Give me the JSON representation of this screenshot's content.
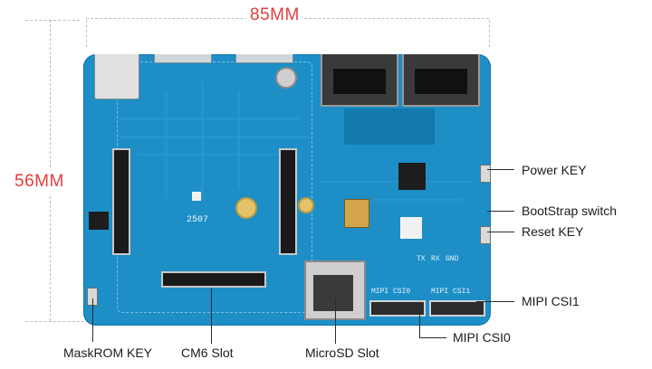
{
  "dimensions": {
    "width_label": "85MM",
    "height_label": "56MM"
  },
  "callouts": {
    "power_key": "Power KEY",
    "bootstrap_switch": "BootStrap switch",
    "reset_key": "Reset KEY",
    "mipi_csi1": "MIPI CSI1",
    "mipi_csi0": "MIPI CSI0",
    "maskrom_key": "MaskROM KEY",
    "cm6_slot": "CM6 Slot",
    "microsd_slot": "MicroSD Slot"
  },
  "silkscreen": {
    "csi0": "MIPI CSI0",
    "csi1": "MIPI CSI1",
    "tx": "TX",
    "rx": "RX",
    "gnd": "GND",
    "code": "2507"
  },
  "colors": {
    "board": "#1d8fc6",
    "dimension_text": "#e23d3d"
  }
}
